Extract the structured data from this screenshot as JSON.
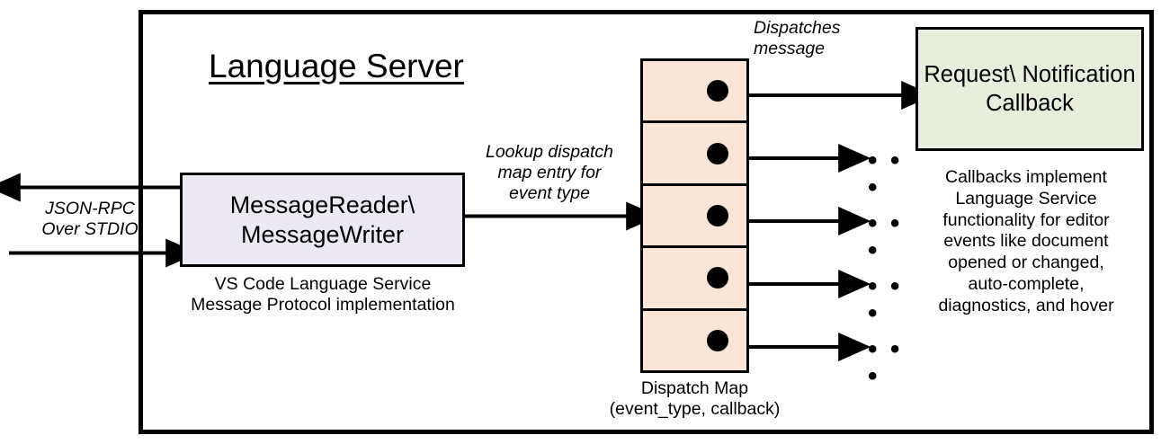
{
  "diagram": {
    "title": "Language Server",
    "outer_border_color": "#000000",
    "background": "#ffffff"
  },
  "left_block": {
    "box_label": "MessageReader\\\nMessageWriter",
    "box_fill": "#ece9f3",
    "caption": "VS Code Language Service\nMessage Protocol implementation",
    "channel_label": "JSON-RPC\nOver STDIO"
  },
  "middle_block": {
    "edge_label": "Lookup dispatch\nmap entry for\nevent type",
    "map_fill": "#fbe5d6",
    "caption": "Dispatch Map\n(event_type, callback)",
    "rows": [
      {
        "id": "row-1",
        "dot": "callback-dot"
      },
      {
        "id": "row-2",
        "dot": "callback-dot"
      },
      {
        "id": "row-3",
        "dot": "callback-dot"
      },
      {
        "id": "row-4",
        "dot": "callback-dot"
      },
      {
        "id": "row-5",
        "dot": "callback-dot"
      }
    ]
  },
  "right_block": {
    "box_label": "Request\\\nNotification\nCallback",
    "box_fill": "#e8eede",
    "caption": "Callbacks implement\nLanguage Service\nfunctionality for editor\nevents like document\nopened or changed,\nauto-complete,\ndiagnostics, and hover",
    "dispatch_label": "Dispatches\nmessage",
    "ellipsis": "• • •"
  },
  "chart_data": {
    "type": "diagram",
    "title": "Language Server",
    "nodes": [
      {
        "id": "outer",
        "label": "Language Server",
        "shape": "rectangle",
        "fill": "#ffffff"
      },
      {
        "id": "reader-writer",
        "label": "MessageReader\\MessageWriter",
        "shape": "rectangle",
        "fill": "#ece9f3"
      },
      {
        "id": "dispatch-map",
        "label": "Dispatch Map (event_type, callback)",
        "shape": "table",
        "fill": "#fbe5d6",
        "rows": 5
      },
      {
        "id": "callback",
        "label": "Request\\Notification Callback",
        "shape": "rectangle",
        "fill": "#e8eede"
      }
    ],
    "edges": [
      {
        "from": "external",
        "to": "reader-writer",
        "label": "JSON-RPC Over STDIO",
        "direction": "in"
      },
      {
        "from": "reader-writer",
        "to": "external",
        "label": "JSON-RPC Over STDIO",
        "direction": "out"
      },
      {
        "from": "reader-writer",
        "to": "dispatch-map",
        "label": "Lookup dispatch map entry for event type"
      },
      {
        "from": "dispatch-map-row-1",
        "to": "callback",
        "label": "Dispatches message"
      },
      {
        "from": "dispatch-map-row-2",
        "to": "ellipsis",
        "label": ""
      },
      {
        "from": "dispatch-map-row-3",
        "to": "ellipsis",
        "label": ""
      },
      {
        "from": "dispatch-map-row-4",
        "to": "ellipsis",
        "label": ""
      },
      {
        "from": "dispatch-map-row-5",
        "to": "ellipsis",
        "label": ""
      }
    ]
  }
}
